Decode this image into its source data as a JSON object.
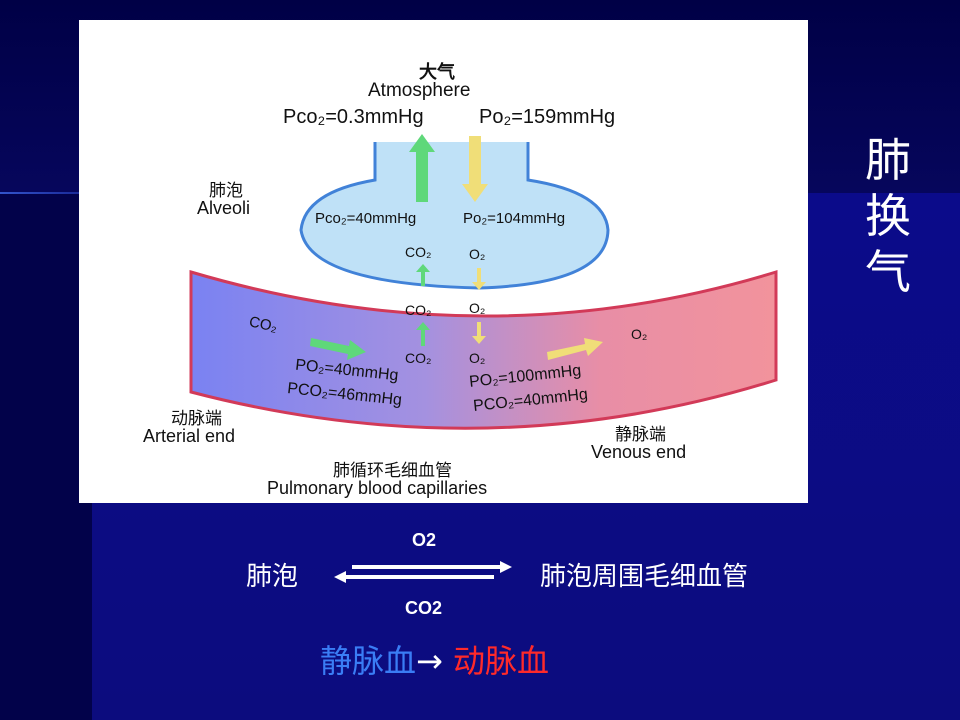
{
  "slide": {
    "side_title_chars": [
      "肺",
      "换",
      "气"
    ]
  },
  "diagram": {
    "atmosphere_cn": "大气",
    "atmosphere_en": "Atmosphere",
    "atm_pco2": "Pco₂=0.3mmHg",
    "atm_po2": "Po₂=159mmHg",
    "alveoli_cn": "肺泡",
    "alveoli_en": "Alveoli",
    "alv_pco2": "Pco₂=40mmHg",
    "alv_po2": "Po₂=104mmHg",
    "co2": "CO₂",
    "o2": "O₂",
    "art_po2": "PO₂=40mmHg",
    "art_pco2": "PCO₂=46mmHg",
    "ven_po2": "PO₂=100mmHg",
    "ven_pco2": "PCO₂=40mmHg",
    "arterial_cn": "动脉端",
    "arterial_en": "Arterial end",
    "venous_cn": "静脉端",
    "venous_en": "Venous end",
    "capillary_cn": "肺循环毛细血管",
    "capillary_en": "Pulmonary blood capillaries",
    "colors": {
      "green_arrow": "#5fd87a",
      "yellow_arrow": "#f0de78",
      "alveolus_fill": "#bde0f7",
      "alveolus_stroke": "#3f7fd6",
      "vessel_blue": "#7e84f0",
      "vessel_red": "#f08c98"
    }
  },
  "exchange": {
    "left_label": "肺泡",
    "right_label": "肺泡周围毛细血管",
    "top_gas": "O2",
    "bottom_gas": "CO2"
  },
  "summary": {
    "venous": "静脉血",
    "arrow": "→",
    "arterial": "动脉血",
    "venous_color": "#3a7df5",
    "arterial_color": "#ff2a2a"
  }
}
